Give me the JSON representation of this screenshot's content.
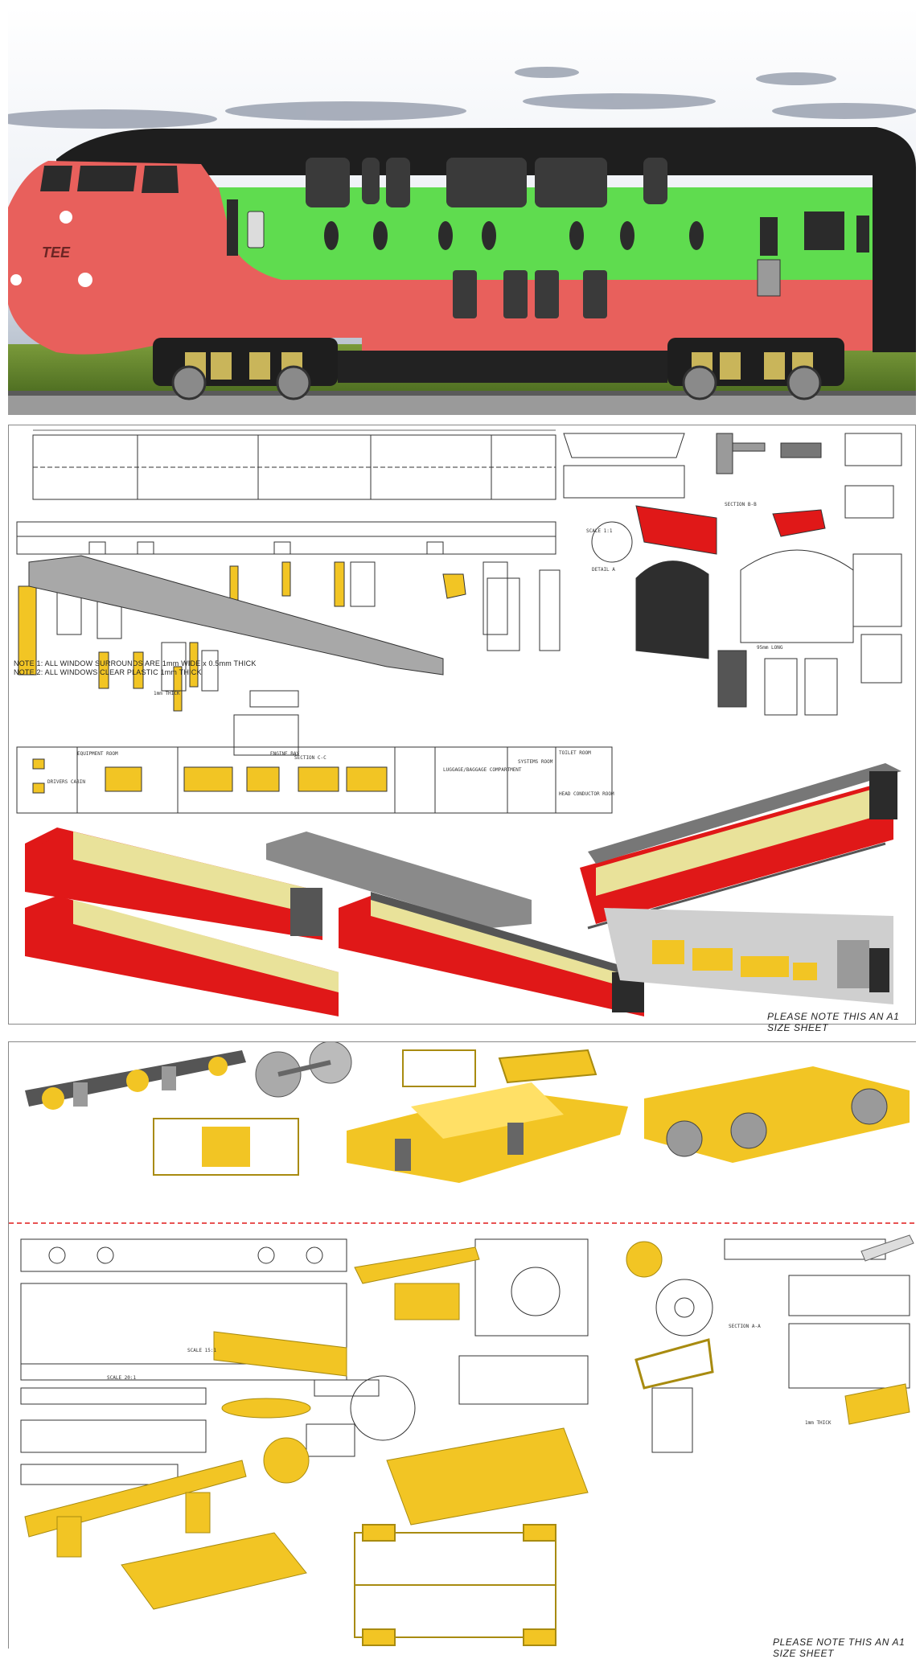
{
  "render": {
    "nose_lettering": "TEE"
  },
  "sheet1": {
    "note1": "NOTE 1: ALL WINDOW SURROUNDS ARE 1mm WIDE x 0.5mm THICK",
    "note2": "NOTE 2: ALL WINDOWS CLEAR PLASTIC 1mm THICK",
    "scale_label": "SCALE 1:1",
    "detail_label": "DETAIL A",
    "section_label": "SECTION B-B",
    "section_cc_label": "SECTION C-C",
    "engine_bay_label": "ENGINE BAY",
    "equipment_room_label": "EQUIPMENT ROOM",
    "drivers_cabin_label": "DRIVERS CABIN",
    "luggage_label": "LUGGAGE/BAGGAGE COMPARTMENT",
    "systems_room_label": "SYSTEMS ROOM",
    "toilet_room_label": "TOILET ROOM",
    "head_conductor_label": "HEAD CONDUCTOR ROOM",
    "thick_label": "1mm THICK",
    "long_label": "95mm LONG",
    "title_note": "PLEASE NOTE THIS AN A1 SIZE SHEET"
  },
  "sheet2": {
    "scale_label": "SCALE 20:1",
    "scale_label_2": "SCALE 15:1",
    "section_label": "SECTION A-A",
    "thick_label": "1mm THICK",
    "title_note": "PLEASE NOTE THIS AN A1 SIZE SHEET"
  },
  "colors": {
    "body_red": "#e8605c",
    "body_green": "#5fdc4f",
    "roof_black": "#1e1e1e",
    "part_yellow": "#f2c524",
    "part_cream": "#e9e29a",
    "drawing_red": "#e01818",
    "part_gray": "#8a8a8a"
  }
}
